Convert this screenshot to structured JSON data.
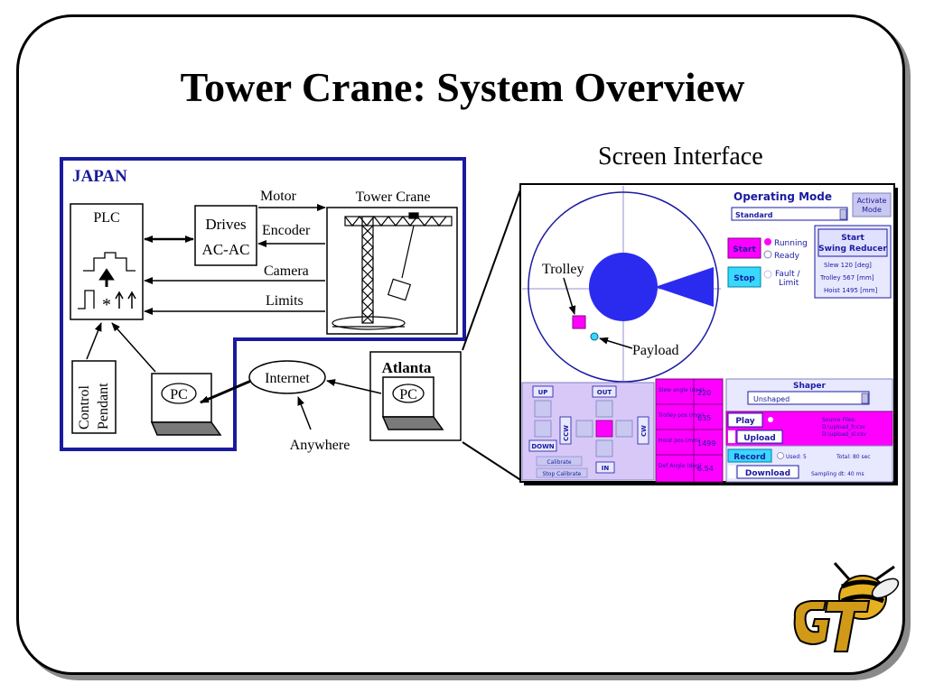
{
  "slide": {
    "title": "Tower Crane: System Overview",
    "screen_label": "Screen Interface"
  },
  "japan_block": {
    "region_label": "JAPAN",
    "plc_label": "PLC",
    "drives_label_line1": "Drives",
    "drives_label_line2": "AC-AC",
    "tower_crane_label": "Tower Crane",
    "motor_label": "Motor",
    "encoder_label": "Encoder",
    "camera_label": "Camera",
    "limits_label": "Limits",
    "control_pendant_line1": "Control",
    "control_pendant_line2": "Pendant",
    "pc_label": "PC",
    "plc_symbol": "*"
  },
  "network": {
    "internet_label": "Internet",
    "anywhere_label": "Anywhere",
    "atlanta_label": "Atlanta",
    "atlanta_pc_label": "PC"
  },
  "screen_ui": {
    "trolley_label": "Trolley",
    "payload_label": "Payload",
    "operating_mode_label": "Operating Mode",
    "mode_select_value": "Standard",
    "activate_mode_line1": "Activate",
    "activate_mode_line2": "Mode",
    "start_label": "Start",
    "stop_label": "Stop",
    "running_label": "Running",
    "ready_label": "Ready",
    "fault_line1": "Fault /",
    "fault_line2": "Limit",
    "start_swing_line1": "Start",
    "start_swing_line2": "Swing Reducer",
    "slew_row": "Slew  120 [deg]",
    "trolley_row": "Trolley  567 [mm]",
    "hoist_row": "Hoist  1495 [mm]",
    "up_label": "UP",
    "down_label": "DOWN",
    "out_label": "OUT",
    "in_label": "IN",
    "ccw_label": "CCW",
    "cw_label": "CW",
    "calibrate_label": "Calibrate",
    "stop_calibrate_label": "Stop Calibrate",
    "slew_angle_label": "Slew angle (deg)",
    "slew_angle_value": "220",
    "trolley_pos_label": "Trolley pos (mm)",
    "trolley_pos_value": "635",
    "hoist_pos_label": "Hoist pos (mm)",
    "hoist_pos_value": "1499",
    "def_angle_label": "Def Angle (deg)",
    "def_angle_value": "6.54",
    "shaper_label": "Shaper",
    "shaper_select_value": "Unshaped",
    "play_label": "Play",
    "upload_label": "Upload",
    "source_files_line1": "Source Files:",
    "source_files_line2": "D:\\upload_fr.csv",
    "source_files_line3": "D:\\upload_sl.csv",
    "record_label": "Record",
    "used_label": "Used: 5",
    "total_label": "Total: 80 sec",
    "download_label": "Download",
    "sampling_label": "Sampling dt: 40 ms"
  },
  "colors": {
    "border_blue": "#1a1a9e",
    "circle_blue": "#2b2bf0",
    "ui_blue": "#1a1aa0",
    "magenta": "#ff00ff",
    "lavender": "#d8c8f8",
    "panel_light": "#e8e8ff",
    "cyan_button": "#38d8ff",
    "logo_gold": "#c89010"
  }
}
